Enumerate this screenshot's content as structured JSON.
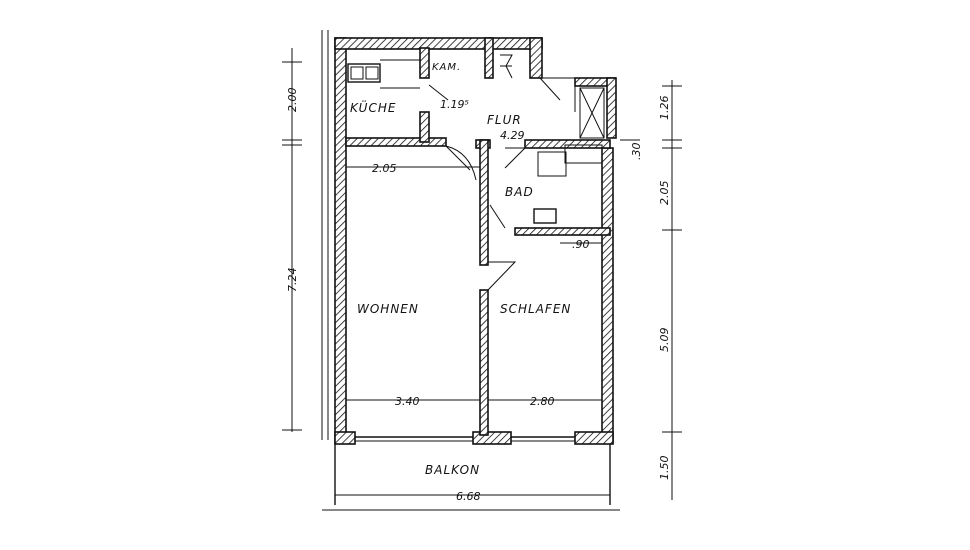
{
  "rooms": {
    "kueche": "KÜCHE",
    "kamin": "KAM.",
    "flur": "FLUR",
    "bad": "BAD",
    "wohnen": "WOHNEN",
    "schlafen": "SCHLAFEN",
    "balkon": "BALKON"
  },
  "dimensions": {
    "flur_area": "4.29",
    "door_width": "1.19⁵",
    "kitchen_width": "2.05",
    "bad_width": ".90",
    "wohnen_width": "3.40",
    "schlafen_width": "2.80",
    "total_width": "6.68",
    "left_top": "2.00",
    "left_main": "7.24",
    "right_top": "1.26",
    "right_gap": ".30",
    "right_bad": "2.05",
    "right_main": "5.09",
    "right_balkon": "1.50"
  }
}
